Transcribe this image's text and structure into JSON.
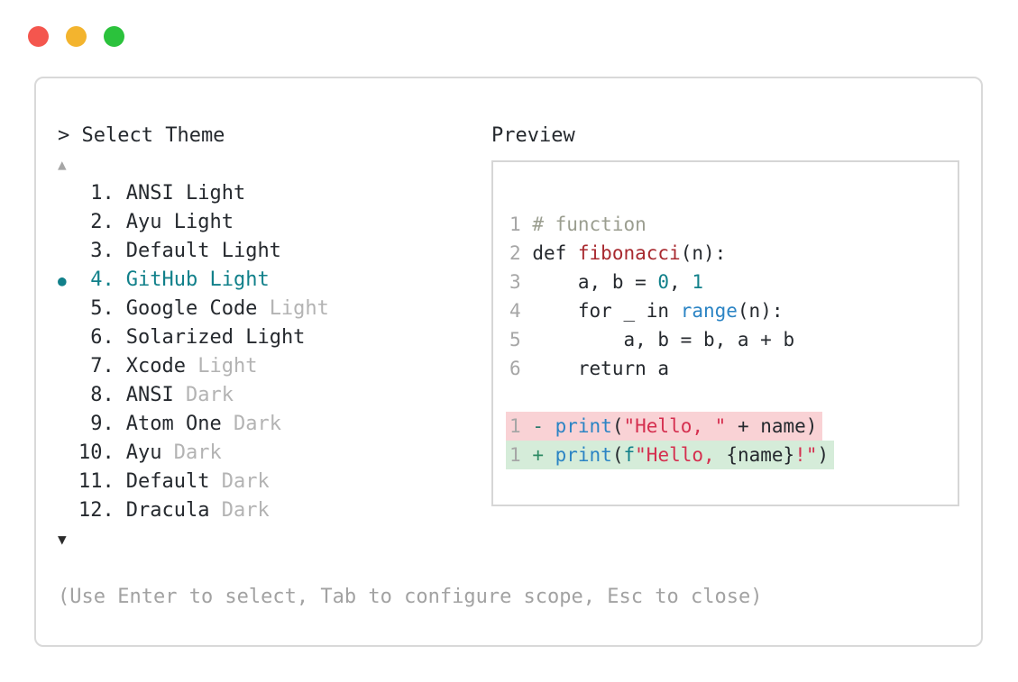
{
  "colors": {
    "dark": "#25292e",
    "gray": "#a6a6a6",
    "dim": "#b3b3b3",
    "hint": "#a2a2a2",
    "teal": "#11808a",
    "blue": "#2b84c4",
    "func-red": "#a8292f",
    "string-red": "#d52f4f",
    "comment": "#9b9e90",
    "minus": "#2a7a6d",
    "plus": "#2c8a63",
    "removed-bg": "#f9d2d5",
    "added-bg": "#d5ecd9",
    "panel-border": "#d9d9d9",
    "box-border": "#d6d6d6",
    "light-red": "#f4564e",
    "light-yellow": "#f3b42e",
    "light-green": "#2bc23c"
  },
  "window": {
    "controls": [
      {
        "name": "close",
        "color": "#f4564e"
      },
      {
        "name": "minimize",
        "color": "#f3b42e"
      },
      {
        "name": "zoom",
        "color": "#2bc23c"
      }
    ]
  },
  "picker": {
    "prompt": "> Select Theme",
    "scroll_up": "▲",
    "scroll_down": "▼",
    "selected_bullet": "●",
    "items": [
      {
        "number": "1.",
        "name": "ANSI",
        "variant": "Light",
        "dim": false,
        "selected": false
      },
      {
        "number": "2.",
        "name": "Ayu",
        "variant": "Light",
        "dim": false,
        "selected": false
      },
      {
        "number": "3.",
        "name": "Default",
        "variant": "Light",
        "dim": false,
        "selected": false
      },
      {
        "number": "4.",
        "name": "GitHub",
        "variant": "Light",
        "dim": false,
        "selected": true
      },
      {
        "number": "5.",
        "name": "Google Code",
        "variant": "Light",
        "dim": true,
        "selected": false
      },
      {
        "number": "6.",
        "name": "Solarized",
        "variant": "Light",
        "dim": false,
        "selected": false
      },
      {
        "number": "7.",
        "name": "Xcode",
        "variant": "Light",
        "dim": true,
        "selected": false
      },
      {
        "number": "8.",
        "name": "ANSI",
        "variant": "Dark",
        "dim": true,
        "selected": false
      },
      {
        "number": "9.",
        "name": "Atom One",
        "variant": "Dark",
        "dim": true,
        "selected": false
      },
      {
        "number": "10.",
        "name": "Ayu",
        "variant": "Dark",
        "dim": true,
        "selected": false
      },
      {
        "number": "11.",
        "name": "Default",
        "variant": "Dark",
        "dim": true,
        "selected": false
      },
      {
        "number": "12.",
        "name": "Dracula",
        "variant": "Dark",
        "dim": true,
        "selected": false
      }
    ],
    "hint": "(Use Enter to select, Tab to configure scope, Esc to close)"
  },
  "preview": {
    "label": "Preview",
    "code_lines": [
      {
        "num": "1",
        "tokens": [
          {
            "t": "# function",
            "c": "comment"
          }
        ]
      },
      {
        "num": "2",
        "tokens": [
          {
            "t": "def ",
            "c": "text"
          },
          {
            "t": "fibonacci",
            "c": "func"
          },
          {
            "t": "(n):",
            "c": "text"
          }
        ]
      },
      {
        "num": "3",
        "tokens": [
          {
            "t": "    a, b = ",
            "c": "text"
          },
          {
            "t": "0",
            "c": "num"
          },
          {
            "t": ", ",
            "c": "text"
          },
          {
            "t": "1",
            "c": "num"
          }
        ]
      },
      {
        "num": "4",
        "tokens": [
          {
            "t": "    for _ in ",
            "c": "text"
          },
          {
            "t": "range",
            "c": "builtin"
          },
          {
            "t": "(n):",
            "c": "text"
          }
        ]
      },
      {
        "num": "5",
        "tokens": [
          {
            "t": "        a, b = b, a + b",
            "c": "text"
          }
        ]
      },
      {
        "num": "6",
        "tokens": [
          {
            "t": "    return a",
            "c": "text"
          }
        ]
      }
    ],
    "diff_lines": [
      {
        "num": "1",
        "change": "removed",
        "tokens": [
          {
            "t": "-",
            "c": "minus"
          },
          {
            "t": " ",
            "c": "text"
          },
          {
            "t": "print",
            "c": "builtin"
          },
          {
            "t": "(",
            "c": "text"
          },
          {
            "t": "\"Hello, \"",
            "c": "string"
          },
          {
            "t": " + name)",
            "c": "text"
          }
        ]
      },
      {
        "num": "1",
        "change": "added",
        "tokens": [
          {
            "t": "+",
            "c": "plus"
          },
          {
            "t": " ",
            "c": "text"
          },
          {
            "t": "print",
            "c": "builtin"
          },
          {
            "t": "(",
            "c": "text"
          },
          {
            "t": "f",
            "c": "fprefix"
          },
          {
            "t": "\"Hello, ",
            "c": "string"
          },
          {
            "t": "{name}",
            "c": "text"
          },
          {
            "t": "!\"",
            "c": "string"
          },
          {
            "t": ")",
            "c": "text"
          }
        ]
      }
    ]
  }
}
